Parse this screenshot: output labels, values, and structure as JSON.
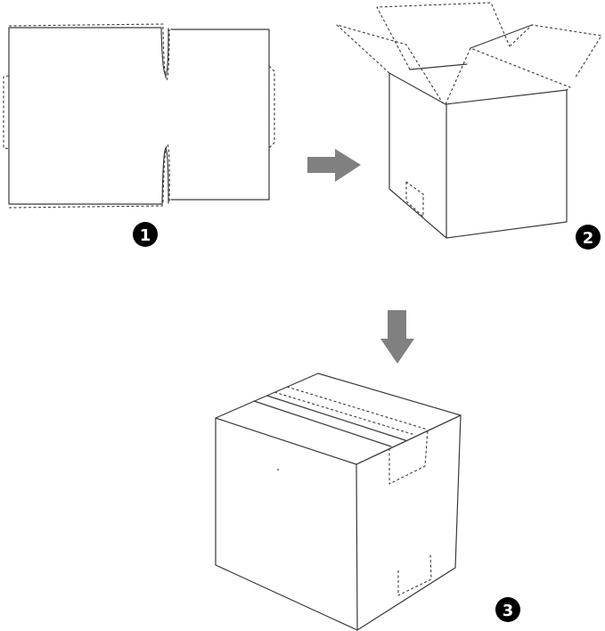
{
  "steps": [
    {
      "number": "1",
      "description": ""
    },
    {
      "number": "2",
      "description": ""
    },
    {
      "number": "3",
      "description": ""
    }
  ],
  "colors": {
    "outline": "#3a3a3a",
    "arrow": "#808080",
    "badge": "#000000",
    "background": "#ffffff"
  },
  "icons": {
    "step_arrow_right": "arrow-right-icon",
    "step_arrow_down": "arrow-down-icon"
  }
}
